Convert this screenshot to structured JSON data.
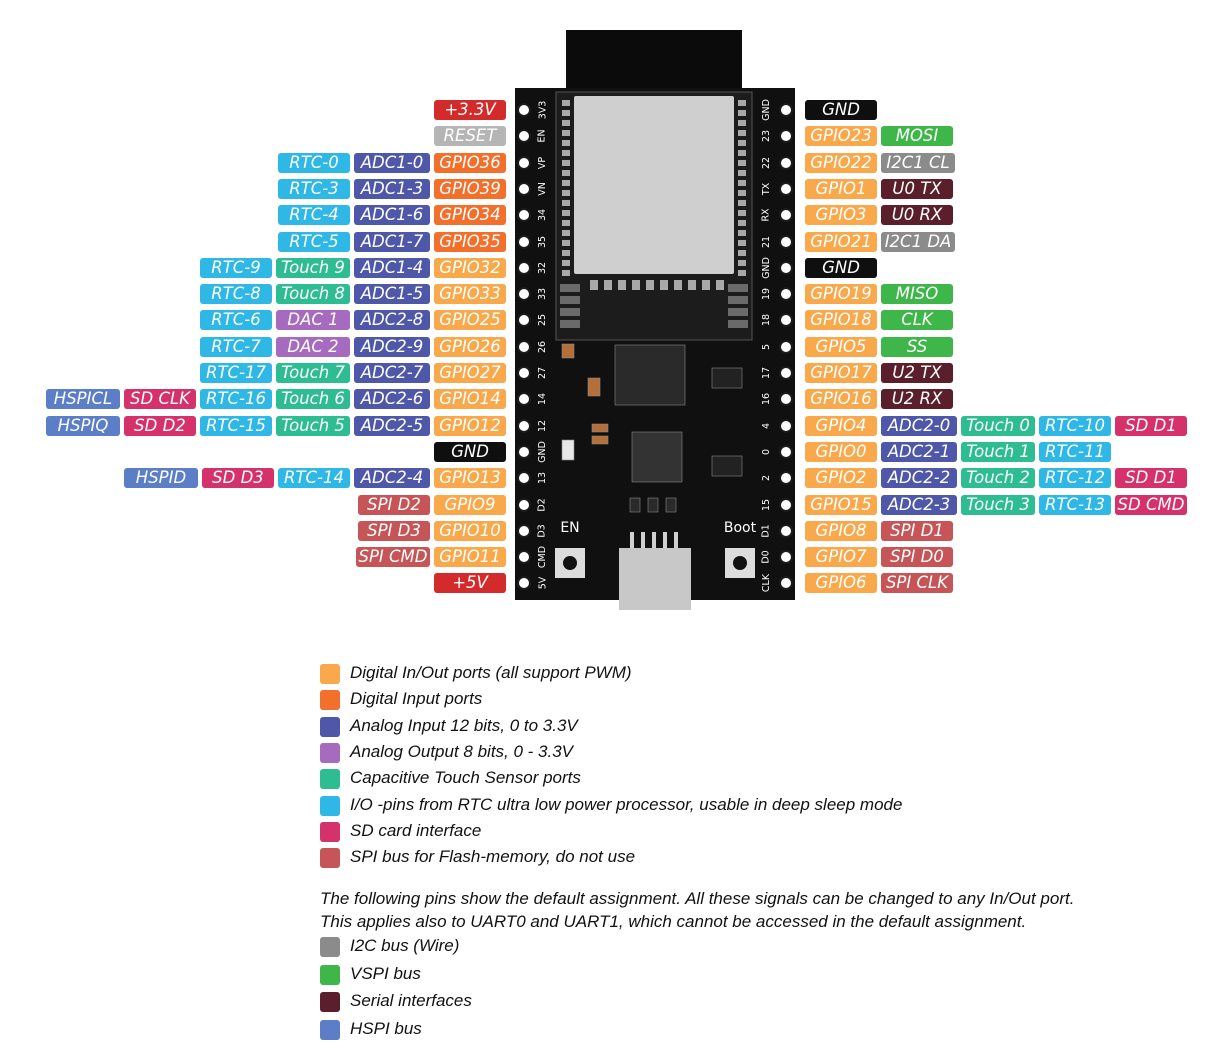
{
  "colors": {
    "digital_io": "#f9a94b",
    "digital_in": "#f2702c",
    "analog_in": "#4e57a8",
    "analog_out": "#a66bbf",
    "touch": "#2ebd93",
    "rtc": "#2fb8e6",
    "sd": "#d5316b",
    "spi_flash": "#c65557",
    "i2c": "#8b8b8b",
    "vspi": "#3fb64a",
    "serial": "#5a1f2b",
    "hspi": "#5b7ec6",
    "power": "#d32b2b",
    "gnd": "#0f0f0f",
    "reset": "#b5b5b5"
  },
  "board": {
    "labels": {
      "en": "EN",
      "boot": "Boot"
    },
    "left_pins": [
      "3V3",
      "EN",
      "VP",
      "VN",
      "34",
      "35",
      "32",
      "33",
      "25",
      "26",
      "27",
      "14",
      "12",
      "GND",
      "13",
      "D2",
      "D3",
      "CMD",
      "5V"
    ],
    "right_pins": [
      "GND",
      "23",
      "22",
      "TX",
      "RX",
      "21",
      "GND",
      "19",
      "18",
      "5",
      "17",
      "16",
      "4",
      "0",
      "2",
      "15",
      "D1",
      "D0",
      "CLK"
    ]
  },
  "left_rows": [
    [
      {
        "t": "+3.3V",
        "c": "power"
      }
    ],
    [
      {
        "t": "RESET",
        "c": "reset"
      }
    ],
    [
      {
        "t": "RTC-0",
        "c": "rtc"
      },
      {
        "t": "ADC1-0",
        "c": "analog_in"
      },
      {
        "t": "GPIO36",
        "c": "digital_in"
      }
    ],
    [
      {
        "t": "RTC-3",
        "c": "rtc"
      },
      {
        "t": "ADC1-3",
        "c": "analog_in"
      },
      {
        "t": "GPIO39",
        "c": "digital_in"
      }
    ],
    [
      {
        "t": "RTC-4",
        "c": "rtc"
      },
      {
        "t": "ADC1-6",
        "c": "analog_in"
      },
      {
        "t": "GPIO34",
        "c": "digital_in"
      }
    ],
    [
      {
        "t": "RTC-5",
        "c": "rtc"
      },
      {
        "t": "ADC1-7",
        "c": "analog_in"
      },
      {
        "t": "GPIO35",
        "c": "digital_in"
      }
    ],
    [
      {
        "t": "RTC-9",
        "c": "rtc"
      },
      {
        "t": "Touch 9",
        "c": "touch"
      },
      {
        "t": "ADC1-4",
        "c": "analog_in"
      },
      {
        "t": "GPIO32",
        "c": "digital_io"
      }
    ],
    [
      {
        "t": "RTC-8",
        "c": "rtc"
      },
      {
        "t": "Touch 8",
        "c": "touch"
      },
      {
        "t": "ADC1-5",
        "c": "analog_in"
      },
      {
        "t": "GPIO33",
        "c": "digital_io"
      }
    ],
    [
      {
        "t": "RTC-6",
        "c": "rtc"
      },
      {
        "t": "DAC 1",
        "c": "analog_out"
      },
      {
        "t": "ADC2-8",
        "c": "analog_in"
      },
      {
        "t": "GPIO25",
        "c": "digital_io"
      }
    ],
    [
      {
        "t": "RTC-7",
        "c": "rtc"
      },
      {
        "t": "DAC 2",
        "c": "analog_out"
      },
      {
        "t": "ADC2-9",
        "c": "analog_in"
      },
      {
        "t": "GPIO26",
        "c": "digital_io"
      }
    ],
    [
      {
        "t": "RTC-17",
        "c": "rtc"
      },
      {
        "t": "Touch 7",
        "c": "touch"
      },
      {
        "t": "ADC2-7",
        "c": "analog_in"
      },
      {
        "t": "GPIO27",
        "c": "digital_io"
      }
    ],
    [
      {
        "t": "HSPICL",
        "c": "hspi"
      },
      {
        "t": "SD CLK",
        "c": "sd"
      },
      {
        "t": "RTC-16",
        "c": "rtc"
      },
      {
        "t": "Touch 6",
        "c": "touch"
      },
      {
        "t": "ADC2-6",
        "c": "analog_in"
      },
      {
        "t": "GPIO14",
        "c": "digital_io"
      }
    ],
    [
      {
        "t": "HSPIQ",
        "c": "hspi"
      },
      {
        "t": "SD D2",
        "c": "sd"
      },
      {
        "t": "RTC-15",
        "c": "rtc"
      },
      {
        "t": "Touch 5",
        "c": "touch"
      },
      {
        "t": "ADC2-5",
        "c": "analog_in"
      },
      {
        "t": "GPIO12",
        "c": "digital_io"
      }
    ],
    [
      {
        "t": "GND",
        "c": "gnd"
      }
    ],
    [
      {
        "t": "HSPID",
        "c": "hspi"
      },
      {
        "t": "SD D3",
        "c": "sd"
      },
      {
        "t": "RTC-14",
        "c": "rtc"
      },
      {
        "t": "ADC2-4",
        "c": "analog_in"
      },
      {
        "t": "GPIO13",
        "c": "digital_io"
      }
    ],
    [
      {
        "t": "SPI D2",
        "c": "spi_flash"
      },
      {
        "t": "GPIO9",
        "c": "digital_io"
      }
    ],
    [
      {
        "t": "SPI D3",
        "c": "spi_flash"
      },
      {
        "t": "GPIO10",
        "c": "digital_io"
      }
    ],
    [
      {
        "t": "SPI CMD",
        "c": "spi_flash"
      },
      {
        "t": "GPIO11",
        "c": "digital_io"
      }
    ],
    [
      {
        "t": "+5V",
        "c": "power"
      }
    ]
  ],
  "right_rows": [
    [
      {
        "t": "GND",
        "c": "gnd"
      }
    ],
    [
      {
        "t": "GPIO23",
        "c": "digital_io"
      },
      {
        "t": "MOSI",
        "c": "vspi"
      }
    ],
    [
      {
        "t": "GPIO22",
        "c": "digital_io"
      },
      {
        "t": "I2C1 CL",
        "c": "i2c"
      }
    ],
    [
      {
        "t": "GPIO1",
        "c": "digital_io"
      },
      {
        "t": "U0 TX",
        "c": "serial"
      }
    ],
    [
      {
        "t": "GPIO3",
        "c": "digital_io"
      },
      {
        "t": "U0 RX",
        "c": "serial"
      }
    ],
    [
      {
        "t": "GPIO21",
        "c": "digital_io"
      },
      {
        "t": "I2C1 DA",
        "c": "i2c"
      }
    ],
    [
      {
        "t": "GND",
        "c": "gnd"
      }
    ],
    [
      {
        "t": "GPIO19",
        "c": "digital_io"
      },
      {
        "t": "MISO",
        "c": "vspi"
      }
    ],
    [
      {
        "t": "GPIO18",
        "c": "digital_io"
      },
      {
        "t": "CLK",
        "c": "vspi"
      }
    ],
    [
      {
        "t": "GPIO5",
        "c": "digital_io"
      },
      {
        "t": "SS",
        "c": "vspi"
      }
    ],
    [
      {
        "t": "GPIO17",
        "c": "digital_io"
      },
      {
        "t": "U2 TX",
        "c": "serial"
      }
    ],
    [
      {
        "t": "GPIO16",
        "c": "digital_io"
      },
      {
        "t": "U2 RX",
        "c": "serial"
      }
    ],
    [
      {
        "t": "GPIO4",
        "c": "digital_io"
      },
      {
        "t": "ADC2-0",
        "c": "analog_in"
      },
      {
        "t": "Touch 0",
        "c": "touch"
      },
      {
        "t": "RTC-10",
        "c": "rtc"
      },
      {
        "t": "SD D1",
        "c": "sd"
      }
    ],
    [
      {
        "t": "GPIO0",
        "c": "digital_io"
      },
      {
        "t": "ADC2-1",
        "c": "analog_in"
      },
      {
        "t": "Touch 1",
        "c": "touch"
      },
      {
        "t": "RTC-11",
        "c": "rtc"
      }
    ],
    [
      {
        "t": "GPIO2",
        "c": "digital_io"
      },
      {
        "t": "ADC2-2",
        "c": "analog_in"
      },
      {
        "t": "Touch 2",
        "c": "touch"
      },
      {
        "t": "RTC-12",
        "c": "rtc"
      },
      {
        "t": "SD D1",
        "c": "sd"
      }
    ],
    [
      {
        "t": "GPIO15",
        "c": "digital_io"
      },
      {
        "t": "ADC2-3",
        "c": "analog_in"
      },
      {
        "t": "Touch 3",
        "c": "touch"
      },
      {
        "t": "RTC-13",
        "c": "rtc"
      },
      {
        "t": "SD CMD",
        "c": "sd"
      }
    ],
    [
      {
        "t": "GPIO8",
        "c": "digital_io"
      },
      {
        "t": "SPI D1",
        "c": "spi_flash"
      }
    ],
    [
      {
        "t": "GPIO7",
        "c": "digital_io"
      },
      {
        "t": "SPI D0",
        "c": "spi_flash"
      }
    ],
    [
      {
        "t": "GPIO6",
        "c": "digital_io"
      },
      {
        "t": "SPI CLK",
        "c": "spi_flash"
      }
    ]
  ],
  "legend": [
    {
      "c": "digital_io",
      "t": "Digital In/Out ports (all support PWM)"
    },
    {
      "c": "digital_in",
      "t": "Digital Input ports"
    },
    {
      "c": "analog_in",
      "t": "Analog Input 12 bits, 0 to 3.3V"
    },
    {
      "c": "analog_out",
      "t": "Analog Output 8 bits, 0 - 3.3V"
    },
    {
      "c": "touch",
      "t": "Capacitive Touch Sensor ports"
    },
    {
      "c": "rtc",
      "t": "I/O -pins from RTC ultra low power processor, usable in deep sleep mode"
    },
    {
      "c": "sd",
      "t": "SD card interface"
    },
    {
      "c": "spi_flash",
      "t": "SPI bus for Flash-memory, do not use"
    }
  ],
  "note": {
    "line1": "The following pins show the default assignment. All these signals can be changed to any In/Out port.",
    "line2": "This applies also to UART0 and UART1, which cannot be accessed in the default assignment."
  },
  "legend2": [
    {
      "c": "i2c",
      "t": "I2C bus (Wire)"
    },
    {
      "c": "vspi",
      "t": "VSPI bus"
    },
    {
      "c": "serial",
      "t": "Serial interfaces"
    },
    {
      "c": "hspi",
      "t": "HSPI bus"
    }
  ]
}
